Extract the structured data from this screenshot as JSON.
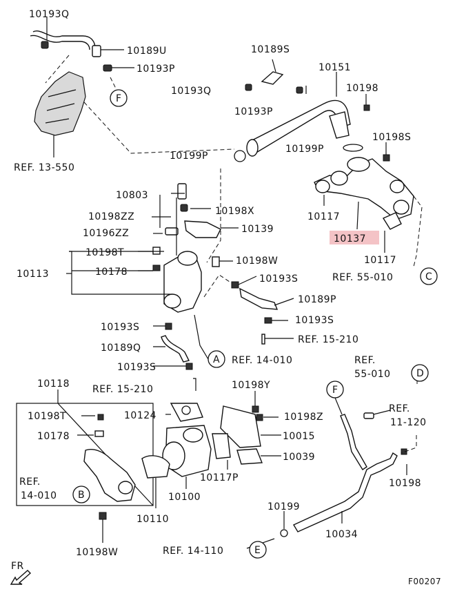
{
  "diagram": {
    "labels": {
      "p10193Q_top": "10193Q",
      "p10189U": "10189U",
      "p10193P_top": "10193P",
      "ref13550": "REF. 13-550",
      "p10189S": "10189S",
      "p10193Q_mid": "10193Q",
      "p10193P_mid": "10193P",
      "p10151": "10151",
      "p10198_top": "10198",
      "p10198S": "10198S",
      "p10199P_left": "10199P",
      "p10199P_right": "10199P",
      "p10803": "10803",
      "p10198ZZ": "10198ZZ",
      "p10198X": "10198X",
      "p10196ZZ": "10196ZZ",
      "p10139": "10139",
      "p10117_a": "10117",
      "p10137": "10137",
      "p10117_b": "10117",
      "p10198T_main": "10198T",
      "p10198W_main": "10198W",
      "p10113": "10113",
      "p10178_main": "10178",
      "p10193S_right": "10193S",
      "ref55010_c": "REF. 55-010",
      "p10189P": "10189P",
      "p10193S_left": "10193S",
      "p10193S_right2": "10193S",
      "ref15210_r": "REF. 15-210",
      "p10189Q": "10189Q",
      "p10193S_low": "10193S",
      "ref14010_a": "REF. 14-010",
      "ref_d_line1": "REF.",
      "ref_d_line2": "55-010",
      "p10118": "10118",
      "ref15210_l": "REF. 15-210",
      "p10198Y": "10198Y",
      "p10198T_box": "10198T",
      "p10124": "10124",
      "p10198Z": "10198Z",
      "ref11120_line1": "REF.",
      "ref11120_line2": "11-120",
      "p10178_box": "10178",
      "p10015": "10015",
      "p10039": "10039",
      "ref14010_b_line1": "REF.",
      "ref14010_b_line2": "14-010",
      "p10117P": "10117P",
      "p10198_right": "10198",
      "p10100": "10100",
      "p10110": "10110",
      "p10199": "10199",
      "p10034": "10034",
      "p10198W_low": "10198W",
      "ref14110": "REF. 14-110",
      "fr": "FR",
      "figure_code": "F00207"
    },
    "circle_letters": {
      "A": "A",
      "B": "B",
      "C": "C",
      "D": "D",
      "E": "E",
      "F_top": "F",
      "F_right": "F"
    },
    "highlight_color": "#f4c3c6",
    "highlighted_part": "10137"
  }
}
